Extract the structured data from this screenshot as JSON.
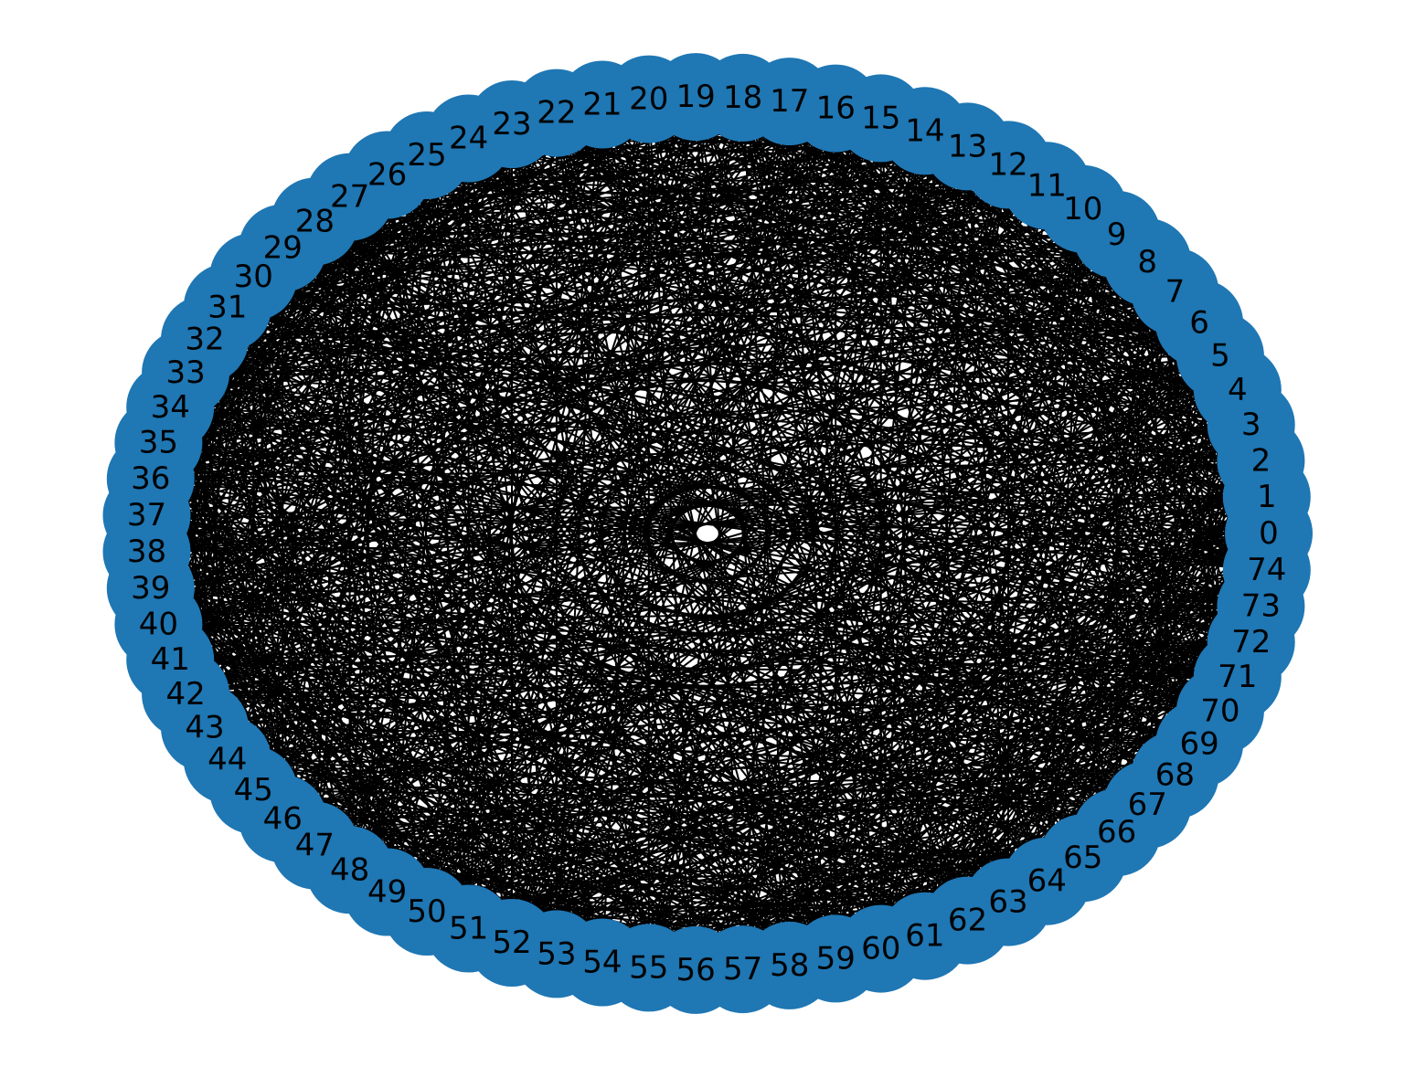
{
  "diagram": {
    "type": "circular-network-graph",
    "layout": "circular",
    "node_count": 75,
    "node_color": "#1f77b4",
    "edge_color": "#000000",
    "background": "#ffffff",
    "nodes": [
      "0",
      "1",
      "2",
      "3",
      "4",
      "5",
      "6",
      "7",
      "8",
      "9",
      "10",
      "11",
      "12",
      "13",
      "14",
      "15",
      "16",
      "17",
      "18",
      "19",
      "20",
      "21",
      "22",
      "23",
      "24",
      "25",
      "26",
      "27",
      "28",
      "29",
      "30",
      "31",
      "32",
      "33",
      "34",
      "35",
      "36",
      "37",
      "38",
      "39",
      "40",
      "41",
      "42",
      "43",
      "44",
      "45",
      "46",
      "47",
      "48",
      "49",
      "50",
      "51",
      "52",
      "53",
      "54",
      "55",
      "56",
      "57",
      "58",
      "59",
      "60",
      "61",
      "62",
      "63",
      "64",
      "65",
      "66",
      "67",
      "68",
      "69",
      "70",
      "71",
      "72",
      "73",
      "74"
    ],
    "edge_density": 0.5
  }
}
